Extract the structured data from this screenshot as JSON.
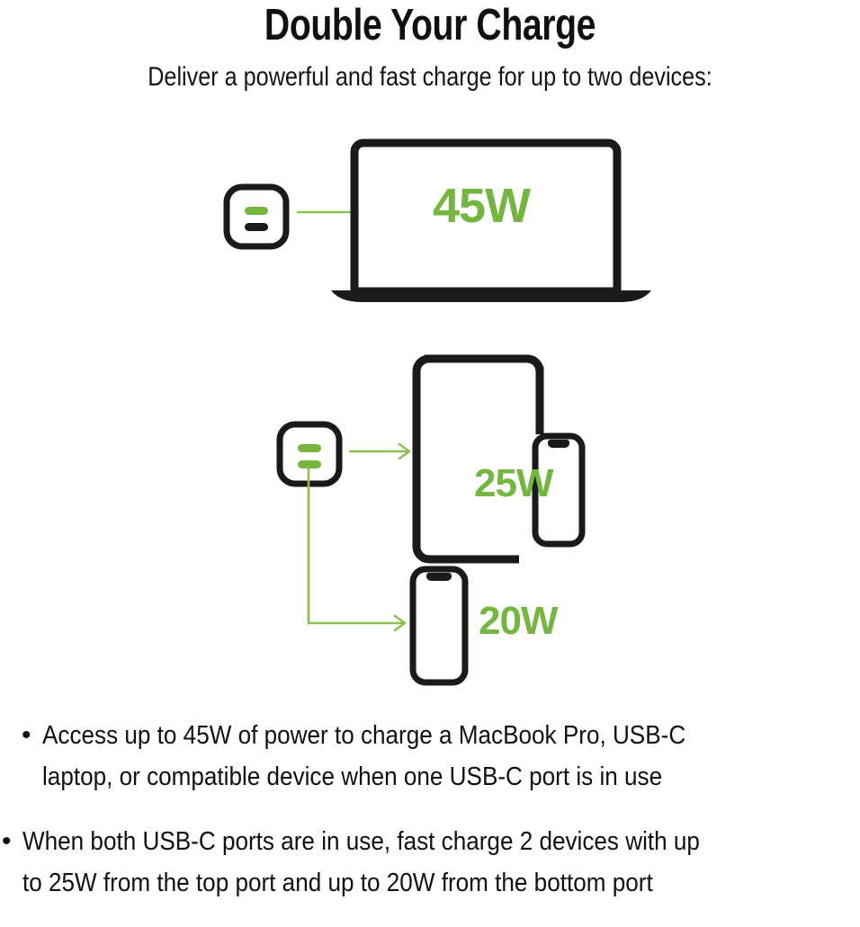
{
  "header": {
    "title": "Double Your Charge",
    "subtitle": "Deliver a powerful and fast charge for up to two devices:"
  },
  "colors": {
    "green": "#74b63f",
    "green_line": "#8cc152",
    "dark": "#1a1a1a",
    "background": "#ffffff"
  },
  "diagram": {
    "scenario_one": {
      "charger_label": "charger-one-port-active",
      "top_port_state": "active",
      "bottom_port_state": "inactive",
      "device": "laptop",
      "wattage": "45W"
    },
    "scenario_two": {
      "charger_label": "charger-two-ports-active",
      "top_port_state": "active",
      "bottom_port_state": "active",
      "device_top": "tablet-and-phone",
      "wattage_top": "25W",
      "device_bottom": "phone",
      "wattage_bottom": "20W"
    }
  },
  "bullets": [
    {
      "marker": "•",
      "text": "Access up to 45W of power to charge a MacBook Pro, USB-C\nlaptop, or compatible device when one USB-C port is in use"
    },
    {
      "marker": "•",
      "text": "When both USB-C ports are in use, fast charge 2 devices with up\nto 25W from the top port and up to 20W from the bottom port"
    }
  ]
}
